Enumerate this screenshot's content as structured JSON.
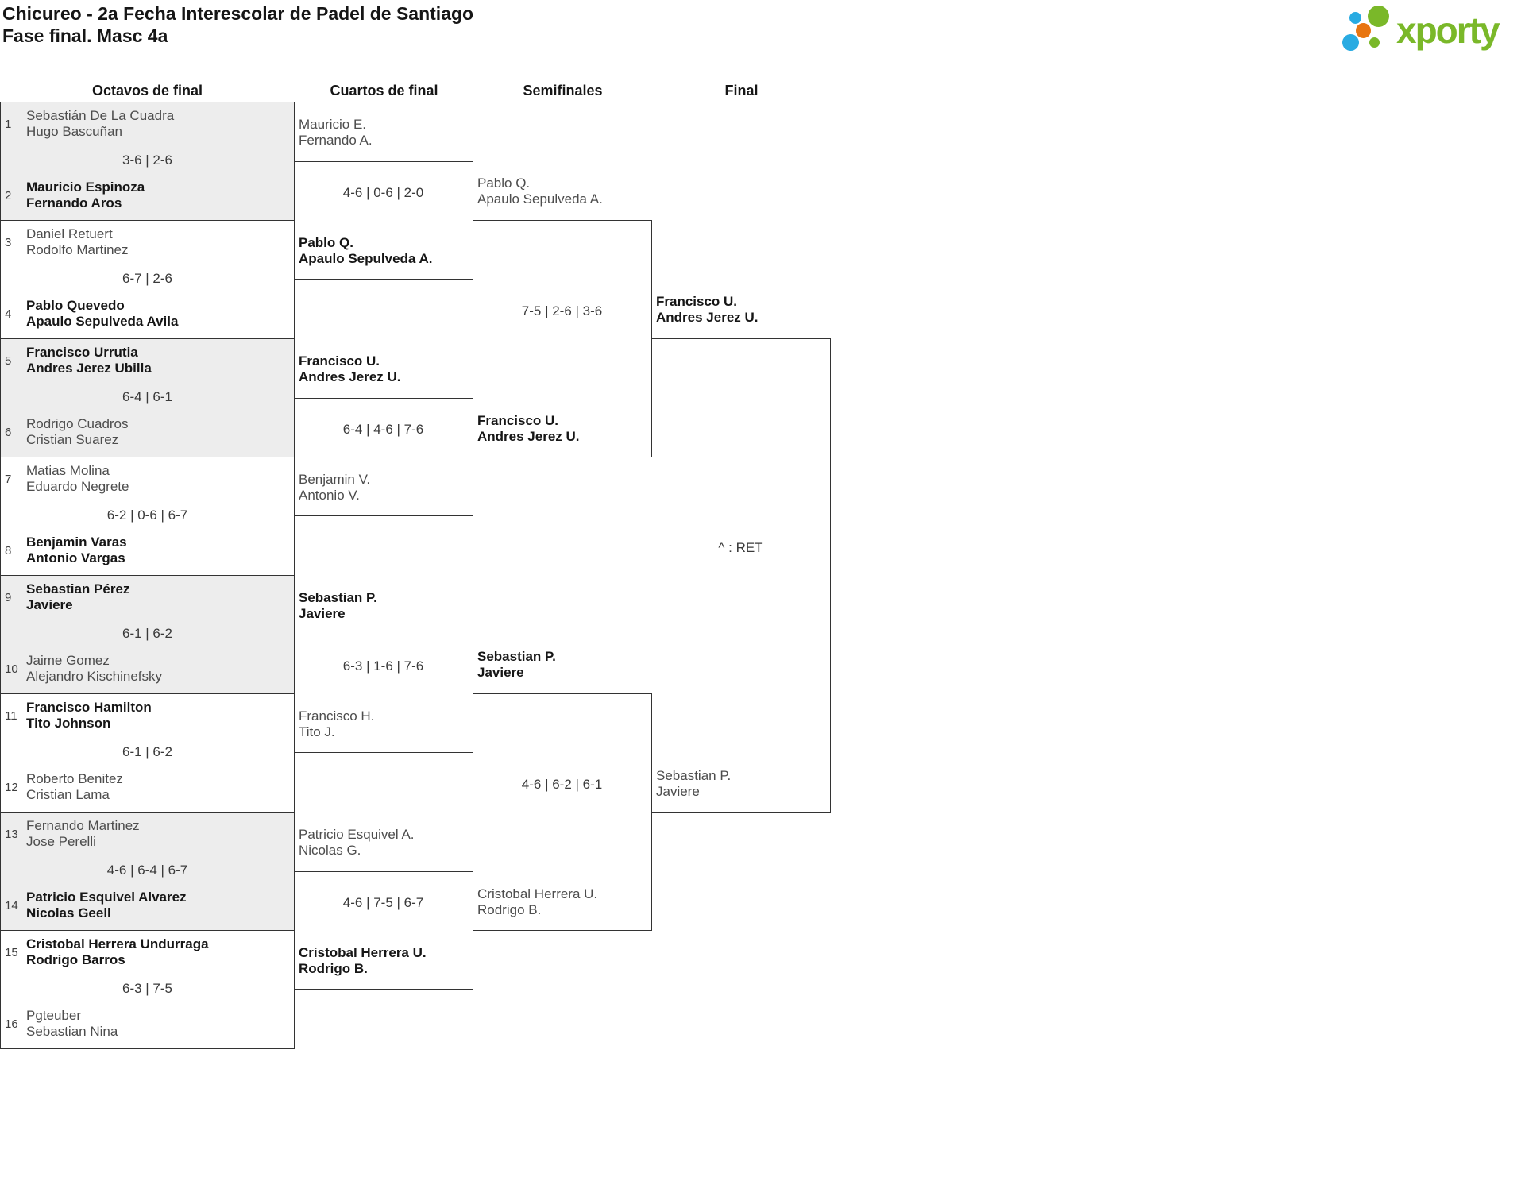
{
  "header": {
    "title": "Chicureo - 2a Fecha Interescolar de Padel de Santiago",
    "subtitle": "Fase final. Masc 4a",
    "logo_text": "xporty",
    "logo_colors": {
      "green": "#7ab829",
      "blue": "#29abe2",
      "orange": "#e87511"
    }
  },
  "rounds": [
    "Octavos de final",
    "Cuartos de final",
    "Semifinales",
    "Final"
  ],
  "bracket": {
    "r16": [
      {
        "seed1": 1,
        "team1": [
          "Sebastián De La Cuadra",
          "Hugo Bascuñan"
        ],
        "seed2": 2,
        "team2": [
          "Mauricio Espinoza",
          "Fernando Aros"
        ],
        "score": "3-6 | 2-6"
      },
      {
        "seed1": 3,
        "team1": [
          "Daniel Retuert",
          "Rodolfo Martinez"
        ],
        "seed2": 4,
        "team2": [
          "Pablo Quevedo",
          "Apaulo Sepulveda Avila"
        ],
        "score": "6-7 | 2-6"
      },
      {
        "seed1": 5,
        "team1": [
          "Francisco Urrutia",
          "Andres Jerez Ubilla"
        ],
        "seed2": 6,
        "team2": [
          "Rodrigo Cuadros",
          "Cristian Suarez"
        ],
        "score": "6-4 | 6-1"
      },
      {
        "seed1": 7,
        "team1": [
          "Matias Molina",
          "Eduardo Negrete"
        ],
        "seed2": 8,
        "team2": [
          "Benjamin Varas",
          "Antonio Vargas"
        ],
        "score": "6-2 | 0-6 | 6-7"
      },
      {
        "seed1": 9,
        "team1": [
          "Sebastian Pérez",
          "Javiere"
        ],
        "seed2": 10,
        "team2": [
          "Jaime Gomez",
          "Alejandro Kischinefsky"
        ],
        "score": "6-1 | 6-2"
      },
      {
        "seed1": 11,
        "team1": [
          "Francisco Hamilton",
          "Tito Johnson"
        ],
        "seed2": 12,
        "team2": [
          "Roberto Benitez",
          "Cristian Lama"
        ],
        "score": "6-1 | 6-2"
      },
      {
        "seed1": 13,
        "team1": [
          "Fernando Martinez",
          "Jose Perelli"
        ],
        "seed2": 14,
        "team2": [
          "Patricio Esquivel Alvarez",
          "Nicolas Geell"
        ],
        "score": "4-6 | 6-4 | 6-7"
      },
      {
        "seed1": 15,
        "team1": [
          "Cristobal Herrera Undurraga",
          "Rodrigo Barros"
        ],
        "seed2": 16,
        "team2": [
          "Pgteuber",
          "Sebastian Nina"
        ],
        "score": "6-3 | 7-5"
      }
    ],
    "qf": [
      {
        "team1": [
          "Mauricio E.",
          "Fernando A."
        ],
        "team2": [
          "Pablo Q.",
          "Apaulo Sepulveda A."
        ],
        "score": "4-6 | 0-6 | 2-0"
      },
      {
        "team1": [
          "Francisco U.",
          "Andres Jerez U."
        ],
        "team2": [
          "Benjamin V.",
          "Antonio V."
        ],
        "score": "6-4 | 4-6 | 7-6"
      },
      {
        "team1": [
          "Sebastian P.",
          "Javiere"
        ],
        "team2": [
          "Francisco H.",
          "Tito J."
        ],
        "score": "6-3 | 1-6 | 7-6"
      },
      {
        "team1": [
          "Patricio Esquivel A.",
          "Nicolas G."
        ],
        "team2": [
          "Cristobal Herrera U.",
          "Rodrigo B."
        ],
        "score": "4-6 | 7-5 | 6-7"
      }
    ],
    "sf": [
      {
        "team1": [
          "Pablo Q.",
          "Apaulo Sepulveda A."
        ],
        "team2": [
          "Francisco U.",
          "Andres Jerez U."
        ],
        "score": "7-5 | 2-6 | 3-6"
      },
      {
        "team1": [
          "Sebastian P.",
          "Javiere"
        ],
        "team2": [
          "Cristobal Herrera U.",
          "Rodrigo B."
        ],
        "score": "4-6 | 6-2 | 6-1"
      }
    ],
    "final": {
      "team1": [
        "Francisco U.",
        "Andres Jerez U."
      ],
      "team2": [
        "Sebastian P.",
        "Javiere"
      ],
      "note": "^ : RET"
    }
  }
}
